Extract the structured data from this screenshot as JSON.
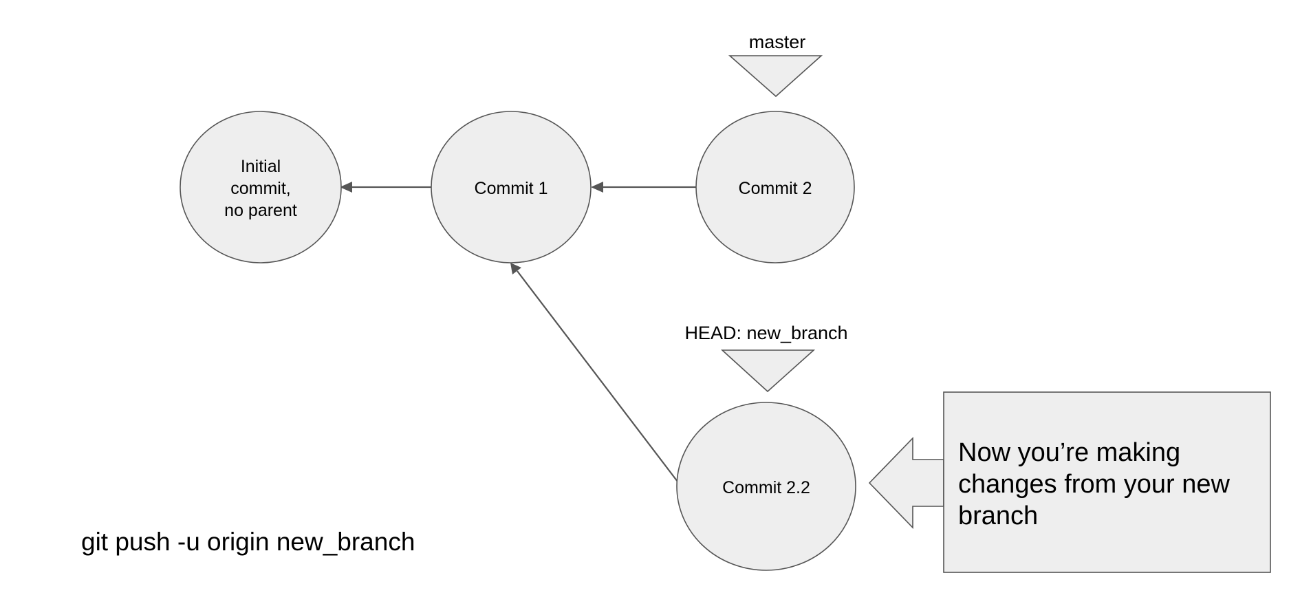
{
  "nodes": {
    "initial": {
      "lines": [
        "Initial",
        "commit,",
        "no parent"
      ]
    },
    "commit1": {
      "lines": [
        "Commit 1"
      ]
    },
    "commit2": {
      "lines": [
        "Commit 2"
      ]
    },
    "commit22": {
      "lines": [
        "Commit 2.2"
      ]
    }
  },
  "branch_labels": {
    "master": "master",
    "head": "HEAD: new_branch"
  },
  "callout": {
    "lines": [
      "Now you’re making",
      "changes from your new",
      "branch"
    ]
  },
  "command": "git push -u origin new_branch",
  "colors": {
    "node_fill": "#eeeeee",
    "stroke": "#555555"
  }
}
